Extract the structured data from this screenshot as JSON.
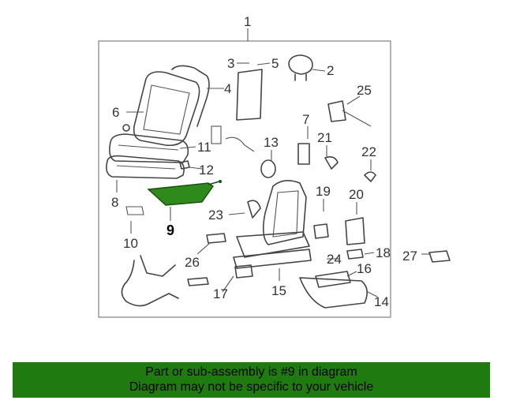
{
  "diagram": {
    "assembly_number": "1",
    "highlighted_part": "9",
    "part_numbers": [
      "2",
      "3",
      "4",
      "5",
      "6",
      "7",
      "8",
      "10",
      "11",
      "12",
      "13",
      "14",
      "15",
      "16",
      "17",
      "18",
      "19",
      "20",
      "21",
      "22",
      "23",
      "24",
      "25",
      "26",
      "27"
    ],
    "colors": {
      "highlight": "#2f8a1c",
      "line": "#444444",
      "frame": "#888888"
    }
  },
  "banner": {
    "line1": "Part or sub-assembly is #9 in diagram",
    "line2": "Diagram may not be specific to your vehicle",
    "background": "#1f7a10"
  }
}
